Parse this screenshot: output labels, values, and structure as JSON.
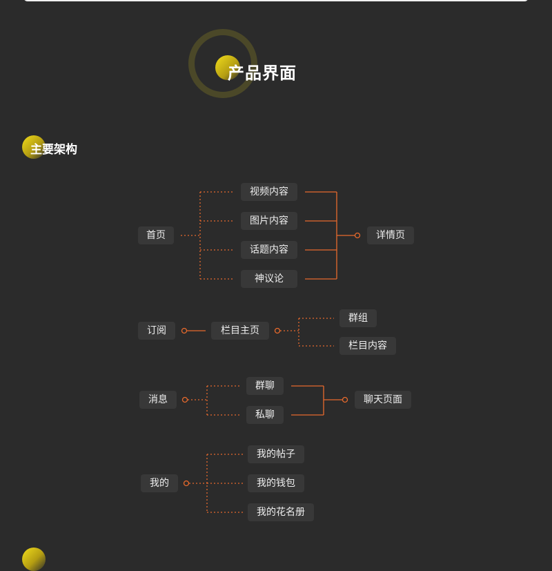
{
  "page": {
    "title": "产品界面"
  },
  "section": {
    "title": "主要架构"
  },
  "diagram": {
    "home": {
      "label": "首页",
      "children": [
        "视频内容",
        "图片内容",
        "话题内容",
        "神议论"
      ],
      "target": "详情页"
    },
    "subscribe": {
      "label": "订阅",
      "middle": "栏目主页",
      "children": [
        "群组",
        "栏目内容"
      ]
    },
    "messages": {
      "label": "消息",
      "children": [
        "群聊",
        "私聊"
      ],
      "target": "聊天页面"
    },
    "mine": {
      "label": "我的",
      "children": [
        "我的帖子",
        "我的钱包",
        "我的花名册"
      ]
    }
  },
  "colors": {
    "background": "#2b2b2b",
    "node": "#383838",
    "line": "#e86a2c",
    "accent": "#e8d21c"
  }
}
